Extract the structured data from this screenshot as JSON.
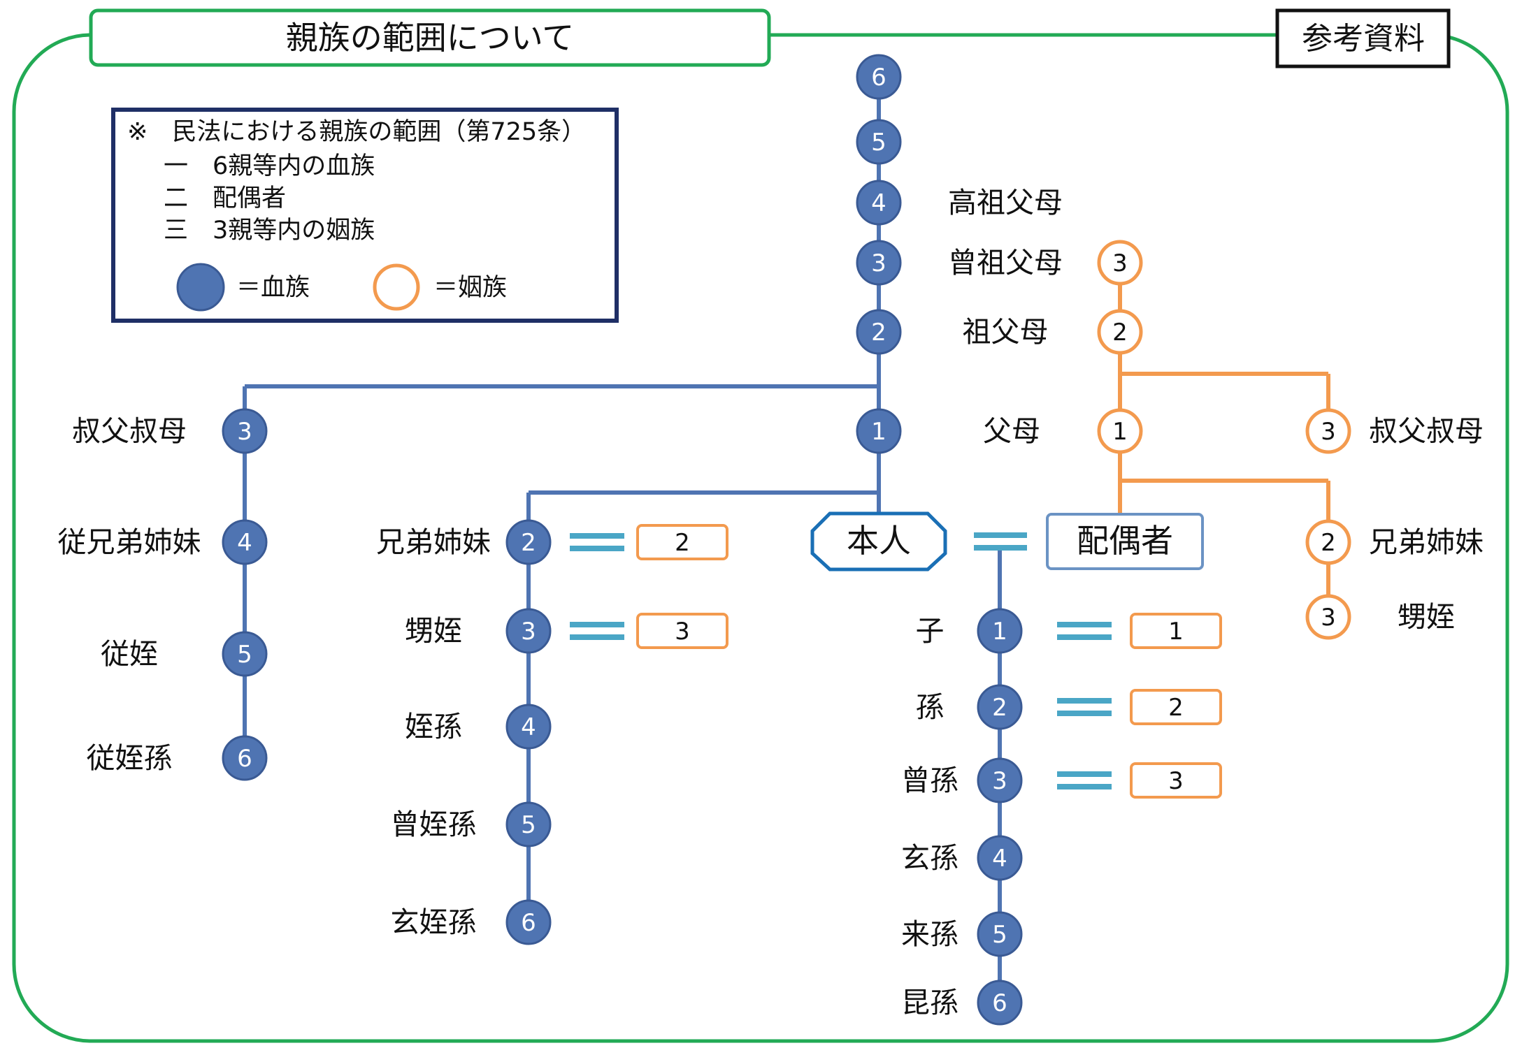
{
  "title": "親族の範囲について",
  "ref_label": "参考資料",
  "legend": {
    "heading": "※　民法における親族の範囲（第725条）",
    "items": [
      "一　6親等内の血族",
      "二　配偶者",
      "三　3親等内の姻族"
    ],
    "blood_label": "＝血族",
    "affinity_label": "＝姻族"
  },
  "center": {
    "self": "本人",
    "spouse": "配偶者"
  },
  "ascendants": [
    {
      "degree": "6",
      "label": ""
    },
    {
      "degree": "5",
      "label": ""
    },
    {
      "degree": "4",
      "label": "高祖父母"
    },
    {
      "degree": "3",
      "label": "曾祖父母",
      "spouse_degree": "3"
    },
    {
      "degree": "2",
      "label": "祖父母",
      "spouse_degree": "2"
    },
    {
      "degree": "1",
      "label": "父母",
      "spouse_degree": "1"
    }
  ],
  "uncle_line": [
    {
      "degree": "3",
      "label": "叔父叔母"
    },
    {
      "degree": "4",
      "label": "従兄弟姉妹"
    },
    {
      "degree": "5",
      "label": "従姪"
    },
    {
      "degree": "6",
      "label": "従姪孫"
    }
  ],
  "sibling_line": [
    {
      "degree": "2",
      "label": "兄弟姉妹",
      "spouse_degree": "2"
    },
    {
      "degree": "3",
      "label": "甥姪",
      "spouse_degree": "3"
    },
    {
      "degree": "4",
      "label": "姪孫"
    },
    {
      "degree": "5",
      "label": "曾姪孫"
    },
    {
      "degree": "6",
      "label": "玄姪孫"
    }
  ],
  "descendants": [
    {
      "degree": "1",
      "label": "子",
      "spouse_degree": "1"
    },
    {
      "degree": "2",
      "label": "孫",
      "spouse_degree": "2"
    },
    {
      "degree": "3",
      "label": "曾孫",
      "spouse_degree": "3"
    },
    {
      "degree": "4",
      "label": "玄孫"
    },
    {
      "degree": "5",
      "label": "来孫"
    },
    {
      "degree": "6",
      "label": "昆孫"
    }
  ],
  "spouse_relatives": [
    {
      "degree": "3",
      "label": "叔父叔母"
    },
    {
      "degree": "2",
      "label": "兄弟姉妹"
    },
    {
      "degree": "3",
      "label": "甥姪"
    }
  ],
  "colors": {
    "frame": "#22aa55",
    "blood": "#4f74b2",
    "affinity": "#f39a4e",
    "legend_border": "#1f2f66",
    "self_border": "#1a6fb5",
    "spouse_border": "#6b93c4",
    "equals": "#4aa6c6"
  }
}
